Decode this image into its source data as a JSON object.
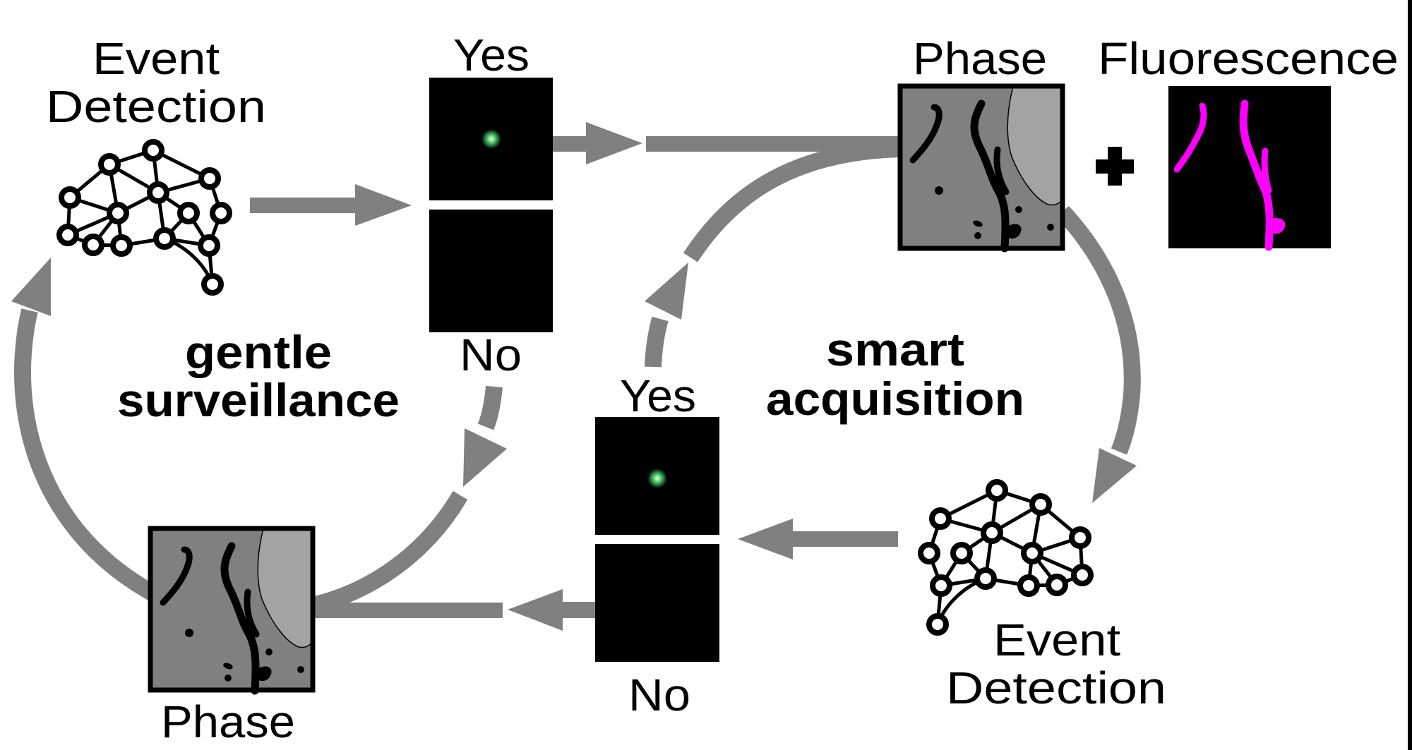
{
  "diagram": {
    "colors": {
      "arrow": "#808080",
      "phase_bg": "#808080",
      "phase_light_region": "#a3a3a3",
      "fluorescence_signal": "#ff00ff",
      "detection_spot": "#5fd17a",
      "box_border": "#000000"
    },
    "loops": {
      "left": {
        "line1": "gentle",
        "line2": "surveillance"
      },
      "right": {
        "line1": "smart",
        "line2": "acquisition"
      }
    },
    "top_left": {
      "title_line1": "Event",
      "title_line2": "Detection",
      "icon": "neural-network-icon"
    },
    "top_decision": {
      "yes_label": "Yes",
      "no_label": "No",
      "yes_has_spot": true,
      "no_has_spot": false
    },
    "top_right": {
      "phase_label": "Phase",
      "fluorescence_label": "Fluorescence",
      "combine_symbol": "+"
    },
    "bottom_right": {
      "title_line1": "Event",
      "title_line2": "Detection",
      "icon": "neural-network-icon"
    },
    "bottom_decision": {
      "yes_label": "Yes",
      "no_label": "No",
      "yes_has_spot": true,
      "no_has_spot": false
    },
    "bottom_left": {
      "phase_label": "Phase"
    }
  }
}
